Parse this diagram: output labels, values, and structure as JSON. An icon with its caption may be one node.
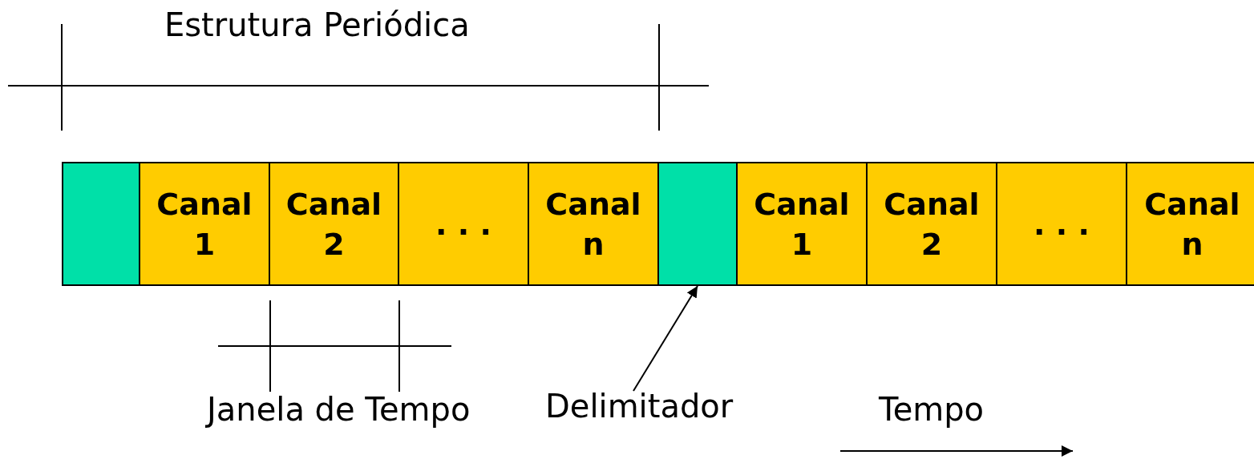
{
  "diagram": {
    "nodes": [
      {
        "text": [],
        "shape": "box"
      },
      {
        "text": [
          "Canal 1"
        ]
      },
      {
        "text": [
          "Canal 2"
        ]
      },
      {
        "text": [
          ". . ."
        ]
      },
      {
        "text": [
          "Canal n"
        ]
      },
      {
        "text": [],
        "shape": "box"
      },
      {
        "text": [
          "Canal 1"
        ]
      },
      {
        "text": [
          "Canal 2"
        ]
      },
      {
        "text": [
          ". . ."
        ]
      },
      {
        "text": [
          "Canal n"
        ]
      },
      {
        "text": [
          "Delimitador"
        ]
      }
    ],
    "edges": [
      {
        "from": 10,
        "to": 5,
        "arrow": "to"
      }
    ],
    "labels": [
      "Estrutura Periódica",
      "Janela de Tempo",
      "Tempo"
    ]
  }
}
